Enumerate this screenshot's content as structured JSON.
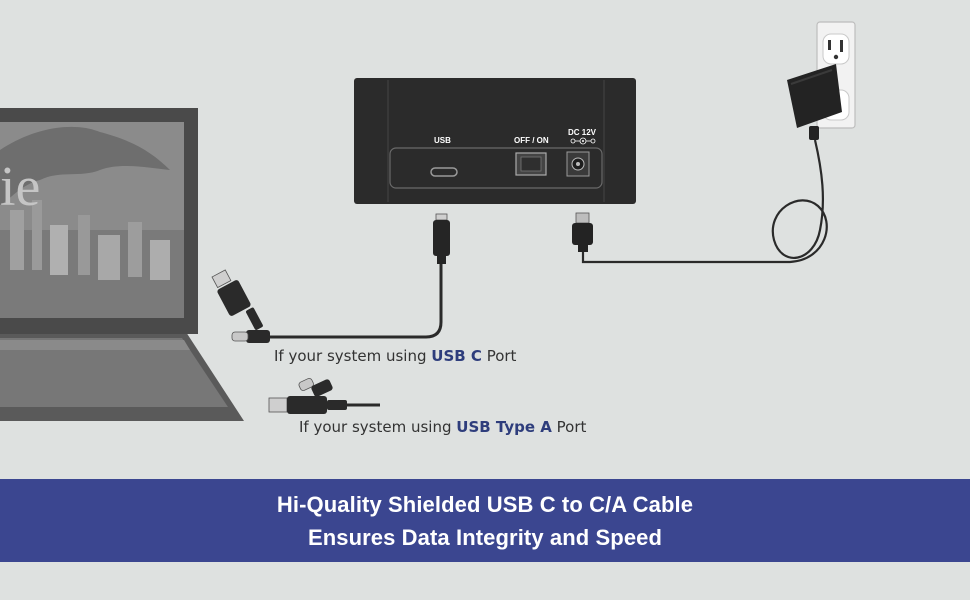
{
  "dock": {
    "usb_label": "USB",
    "switch_label": "OFF / ON",
    "dc_label": "DC 12V"
  },
  "captions": {
    "usb_c": {
      "prefix": "If your system using ",
      "highlight": "USB C",
      "suffix": " Port"
    },
    "usb_a": {
      "prefix": "If your system using ",
      "highlight": "USB Type A",
      "suffix": " Port"
    }
  },
  "banner": {
    "line1": "Hi-Quality Shielded USB C to C/A Cable",
    "line2": "Ensures Data Integrity and Speed"
  },
  "colors": {
    "background": "#dee1e0",
    "banner": "#3b4690",
    "highlight": "#2e3d7c",
    "device": "#2b2b2b"
  }
}
